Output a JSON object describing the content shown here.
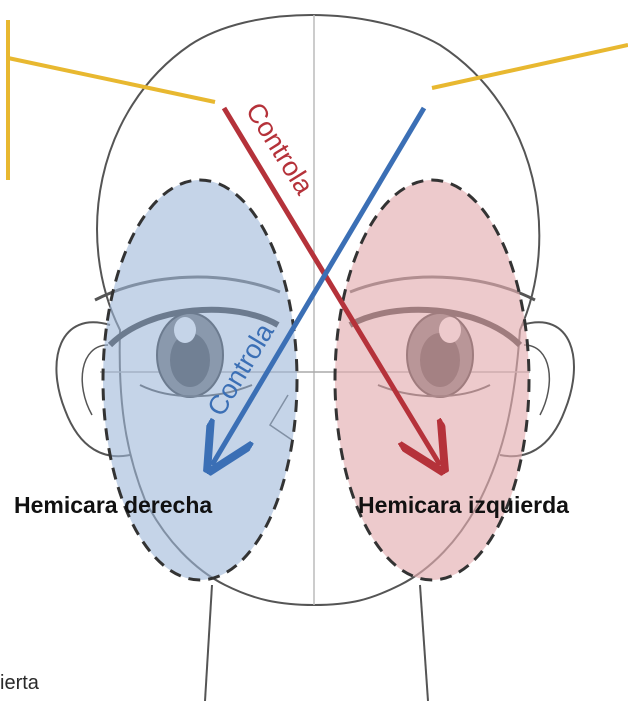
{
  "labels": {
    "left_region": "Hemicara derecha",
    "right_region": "Hemicara izquierda",
    "arrow_red": "Controla",
    "arrow_blue": "Controla",
    "caption_fragment": "ierta"
  },
  "colors": {
    "hemisphere_line": "#e8b830",
    "arrow_red": "#b5323a",
    "arrow_blue": "#3b6fb5",
    "left_region_fill": "#9fb8d8",
    "right_region_fill": "#e3aeb0",
    "sketch_line": "#555555",
    "dashed_border": "#333333"
  }
}
